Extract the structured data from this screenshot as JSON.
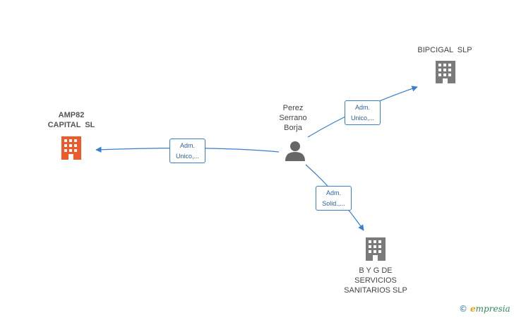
{
  "nodes": {
    "person": {
      "lines": [
        "Perez",
        "Serrano",
        "Borja"
      ]
    },
    "amp82": {
      "lines": [
        "AMP82",
        "CAPITAL SL"
      ],
      "color": "#f05a2a"
    },
    "bipcigal": {
      "lines": [
        "BIPCIGAL SLP"
      ],
      "color": "#7a7a7a"
    },
    "byg": {
      "lines": [
        "B Y G DE",
        "SERVICIOS",
        "SANITARIOS SLP"
      ],
      "color": "#7a7a7a"
    }
  },
  "edges": {
    "to_amp82": {
      "lines": [
        "Adm.",
        "Unico,..."
      ]
    },
    "to_bipcigal": {
      "lines": [
        "Adm.",
        "Unico,..."
      ]
    },
    "to_byg": {
      "lines": [
        "Adm.",
        "Solid.,..."
      ]
    }
  },
  "colors": {
    "edge": "#3a7fcf",
    "person": "#666666"
  },
  "watermark": {
    "copyright": "©",
    "brand_initial": "e",
    "brand_rest": "mpresia"
  }
}
